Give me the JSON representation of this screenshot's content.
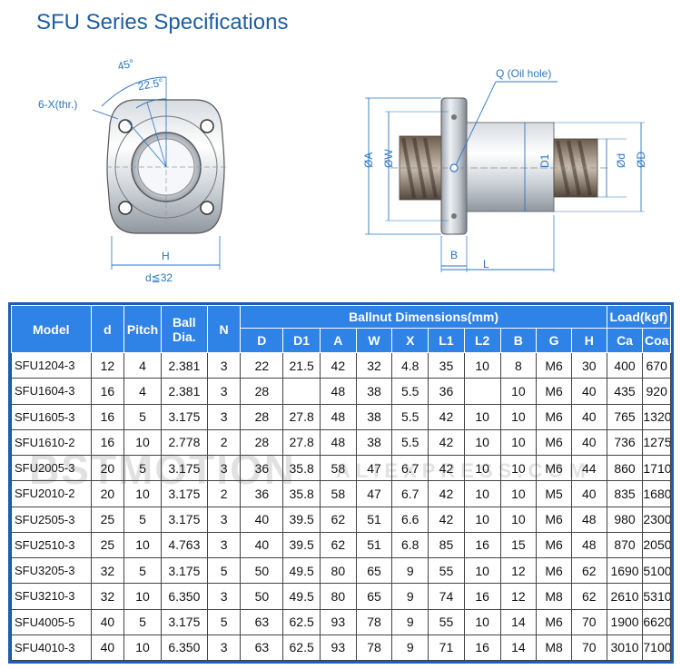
{
  "title": "SFU Series Specifications",
  "drawing": {
    "front": {
      "angle_45": "45°",
      "angle_22_5": "22.5°",
      "thread_holes": "6-X(thr.)",
      "dim_H": "H",
      "dim_d": "d≦32"
    },
    "side": {
      "oil_hole": "Q (Oil hole)",
      "dim_A": "ØA",
      "dim_W": "ØW",
      "dim_D1": "D1",
      "dim_d": "Ød",
      "dim_D": "ØD",
      "dim_B": "B",
      "dim_L": "L"
    }
  },
  "table": {
    "headers": {
      "model": "Model",
      "d": "d",
      "pitch": "Pitch",
      "ball_dia": "Ball Dia.",
      "n": "N",
      "ballnut_group": "Ballnut Dimensions(mm)",
      "load_group": "Load(kgf)",
      "ballnut_cols": [
        "D",
        "D1",
        "A",
        "W",
        "X",
        "L1",
        "L2",
        "B",
        "G",
        "H"
      ],
      "load_cols": [
        "Ca",
        "Coa"
      ]
    },
    "rows": [
      [
        "SFU1204-3",
        "12",
        "4",
        "2.381",
        "3",
        "22",
        "21.5",
        "42",
        "32",
        "4.8",
        "35",
        "10",
        "8",
        "M6",
        "30",
        "400",
        "670"
      ],
      [
        "SFU1604-3",
        "16",
        "4",
        "2.381",
        "3",
        "28",
        "",
        "48",
        "38",
        "5.5",
        "36",
        "",
        "10",
        "M6",
        "40",
        "435",
        "920"
      ],
      [
        "SFU1605-3",
        "16",
        "5",
        "3.175",
        "3",
        "28",
        "27.8",
        "48",
        "38",
        "5.5",
        "42",
        "10",
        "10",
        "M6",
        "40",
        "765",
        "1320"
      ],
      [
        "SFU1610-2",
        "16",
        "10",
        "2.778",
        "2",
        "28",
        "27.8",
        "48",
        "38",
        "5.5",
        "42",
        "10",
        "10",
        "M6",
        "40",
        "736",
        "1275"
      ],
      [
        "SFU2005-3",
        "20",
        "5",
        "3.175",
        "3",
        "36",
        "35.8",
        "58",
        "47",
        "6.7",
        "42",
        "10",
        "10",
        "M6",
        "44",
        "860",
        "1710"
      ],
      [
        "SFU2010-2",
        "20",
        "10",
        "3.175",
        "2",
        "36",
        "35.8",
        "58",
        "47",
        "6.7",
        "42",
        "10",
        "10",
        "M5",
        "40",
        "835",
        "1680"
      ],
      [
        "SFU2505-3",
        "25",
        "5",
        "3.175",
        "3",
        "40",
        "39.5",
        "62",
        "51",
        "6.6",
        "42",
        "10",
        "10",
        "M6",
        "48",
        "980",
        "2300"
      ],
      [
        "SFU2510-3",
        "25",
        "10",
        "4.763",
        "3",
        "40",
        "39.5",
        "62",
        "51",
        "6.8",
        "85",
        "16",
        "15",
        "M6",
        "48",
        "870",
        "2050"
      ],
      [
        "SFU3205-3",
        "32",
        "5",
        "3.175",
        "5",
        "50",
        "49.5",
        "80",
        "65",
        "9",
        "55",
        "10",
        "12",
        "M6",
        "62",
        "1690",
        "5100"
      ],
      [
        "SFU3210-3",
        "32",
        "10",
        "6.350",
        "3",
        "50",
        "49.5",
        "80",
        "65",
        "9",
        "74",
        "16",
        "12",
        "M8",
        "62",
        "2610",
        "5310"
      ],
      [
        "SFU4005-5",
        "40",
        "5",
        "3.175",
        "5",
        "63",
        "62.5",
        "93",
        "78",
        "9",
        "55",
        "10",
        "14",
        "M6",
        "70",
        "1900",
        "6620"
      ],
      [
        "SFU4010-3",
        "40",
        "10",
        "6.350",
        "3",
        "63",
        "62.5",
        "93",
        "78",
        "9",
        "71",
        "16",
        "14",
        "M8",
        "70",
        "3010",
        "7100"
      ]
    ]
  },
  "watermark": {
    "brand": "BSTMOTION",
    "site": "ALIEXPRESS.COM"
  },
  "colors": {
    "title": "#1c5ea2",
    "dimension_lines": "#2b76c2",
    "header_bg": "#2f82e6",
    "table_border": "#1b5fb0"
  }
}
